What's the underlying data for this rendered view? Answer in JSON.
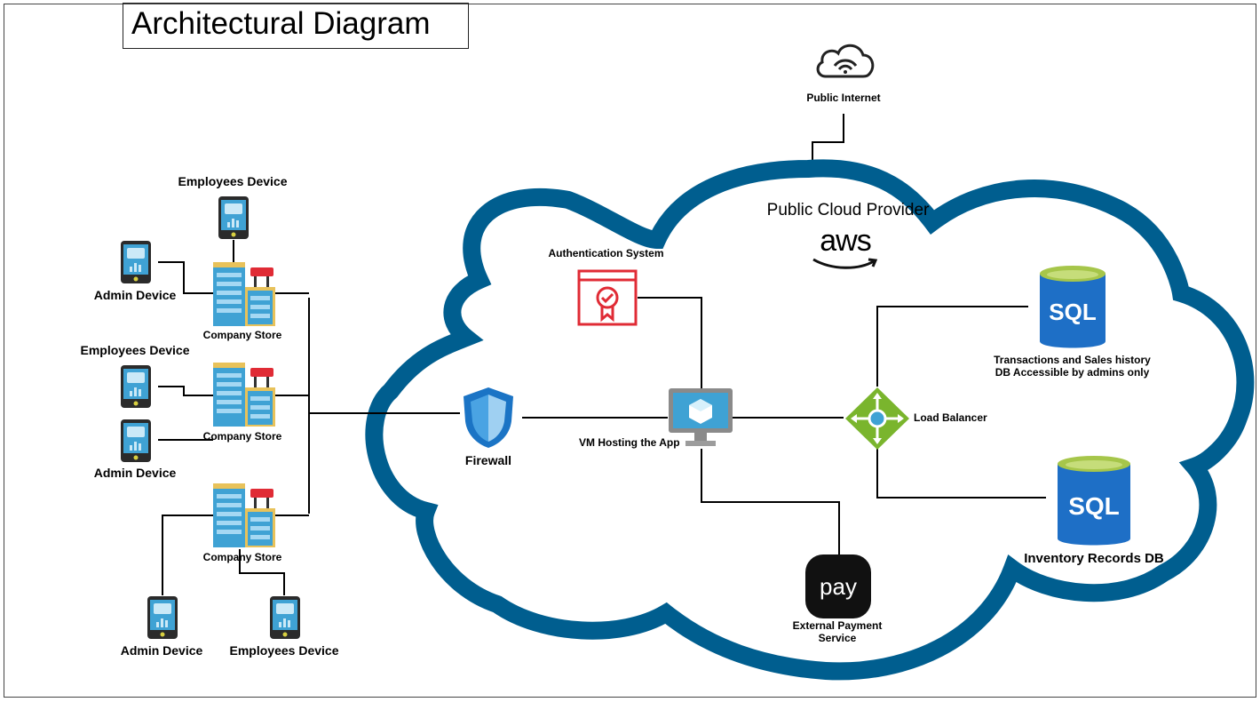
{
  "diagram": {
    "title": "Architectural Diagram",
    "internet_label": "Public Internet",
    "cloud_label": "Public Cloud Provider",
    "aws_logo_text": "aws",
    "auth_label": "Authentication System",
    "firewall_label": "Firewall",
    "vm_label": "VM Hosting the App",
    "load_balancer_label": "Load Balancer",
    "payment_label": "External Payment Service",
    "pay_logo_text": "pay",
    "db_icon_text": "SQL",
    "transactions_db_label": "Transactions and Sales history DB Accessible by admins only",
    "inventory_db_label": "Inventory Records DB",
    "stores": [
      "Company Store",
      "Company Store",
      "Company Store"
    ],
    "devices": {
      "top_employees": "Employees Device",
      "top_admin": "Admin Device",
      "mid_employees": "Employees Device",
      "mid_admin": "Admin Device",
      "bottom_admin": "Admin Device",
      "bottom_employees": "Employees Device"
    },
    "colors": {
      "cloud_outline": "#005e8f",
      "firewall": "#1b74c5",
      "auth_red": "#e02b35",
      "sql_blue": "#1e6fc6",
      "sql_lid": "#a6c64a",
      "load_balancer": "#7ab52d",
      "vm_screen": "#3fa2d4"
    },
    "icons": [
      "cloud-wifi-icon",
      "aws-logo",
      "certificate-icon",
      "shield-icon",
      "monitor-cube-icon",
      "load-balancer-icon",
      "sql-database-icon",
      "pay-logo",
      "building-icon",
      "phone-icon"
    ]
  }
}
